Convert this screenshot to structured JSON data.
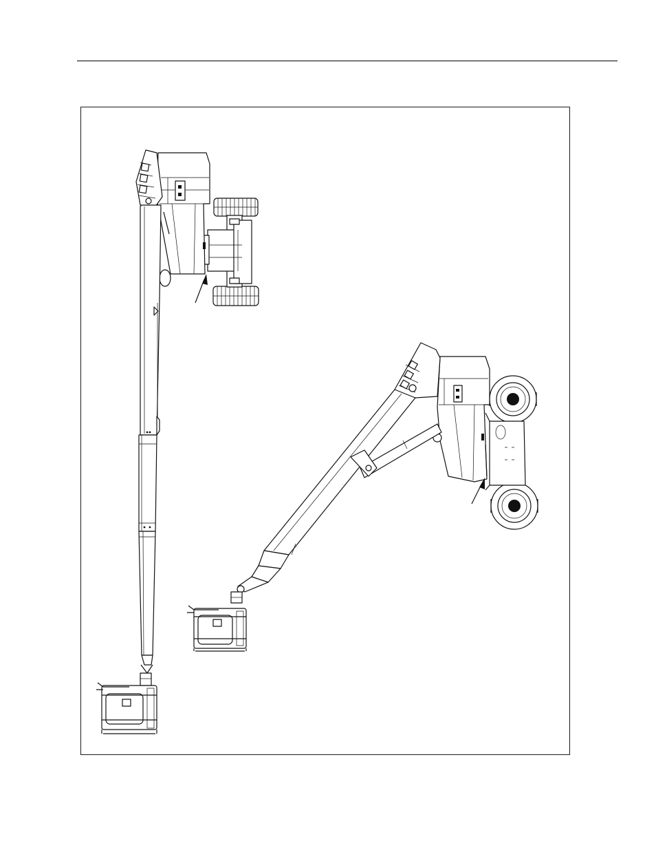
{
  "page": {
    "background": "#ffffff",
    "line_color": "#000000"
  },
  "figure": {
    "illustrations": [
      {
        "name": "boom-lift-vertical",
        "icon": "aerial-work-platform-line-drawing"
      },
      {
        "name": "boom-lift-angled",
        "icon": "aerial-work-platform-line-drawing"
      }
    ],
    "callouts": [
      {
        "name": "callout-arrow-upper",
        "icon": "leader-arrow"
      },
      {
        "name": "callout-arrow-lower",
        "icon": "leader-arrow"
      }
    ]
  }
}
